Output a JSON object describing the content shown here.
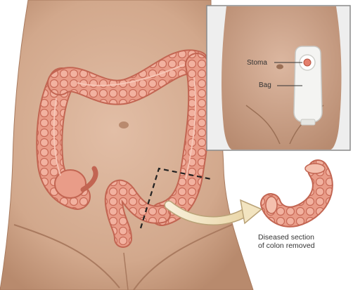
{
  "labels": {
    "stoma": "Stoma",
    "bag": "Bag"
  },
  "caption": {
    "line1": "Diseased section",
    "line2": "of colon removed"
  },
  "colors": {
    "skin": "#d7b096",
    "skin_shadow": "#b98a6e",
    "colon": "#e79a86",
    "colon_dark": "#c26552",
    "inset_bg": "#e9e9e9",
    "inset_border": "#8a8a8a",
    "arrow": "#f4e6c4",
    "cut_line": "#222222"
  },
  "icons": [
    "stoma-icon",
    "ostomy-bag-icon",
    "removed-section-icon",
    "curved-arrow-icon"
  ]
}
